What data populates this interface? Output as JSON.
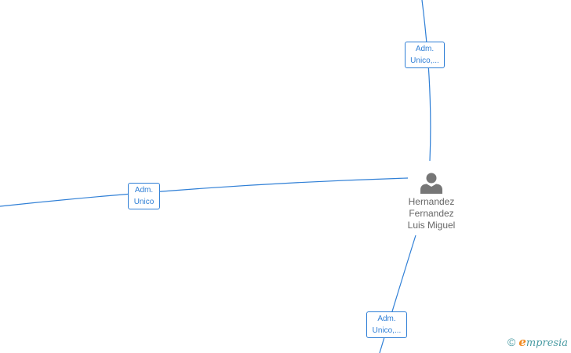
{
  "diagram": {
    "person": {
      "name_lines": [
        "Hernandez",
        "Fernandez",
        "Luis Miguel"
      ]
    },
    "edges": [
      {
        "label_lines": [
          "Adm.",
          "Unico,..."
        ]
      },
      {
        "label_lines": [
          "Adm.",
          "Unico"
        ]
      },
      {
        "label_lines": [
          "Adm.",
          "Unico,..."
        ]
      }
    ],
    "colors": {
      "edge": "#2f7fd6",
      "person_icon": "#767676",
      "person_text": "#666666",
      "brand_e": "#f0891f",
      "brand_text": "#4a9ba3"
    }
  },
  "footer": {
    "copyright_symbol": "©",
    "brand_initial": "e",
    "brand_rest": "mpresia"
  }
}
